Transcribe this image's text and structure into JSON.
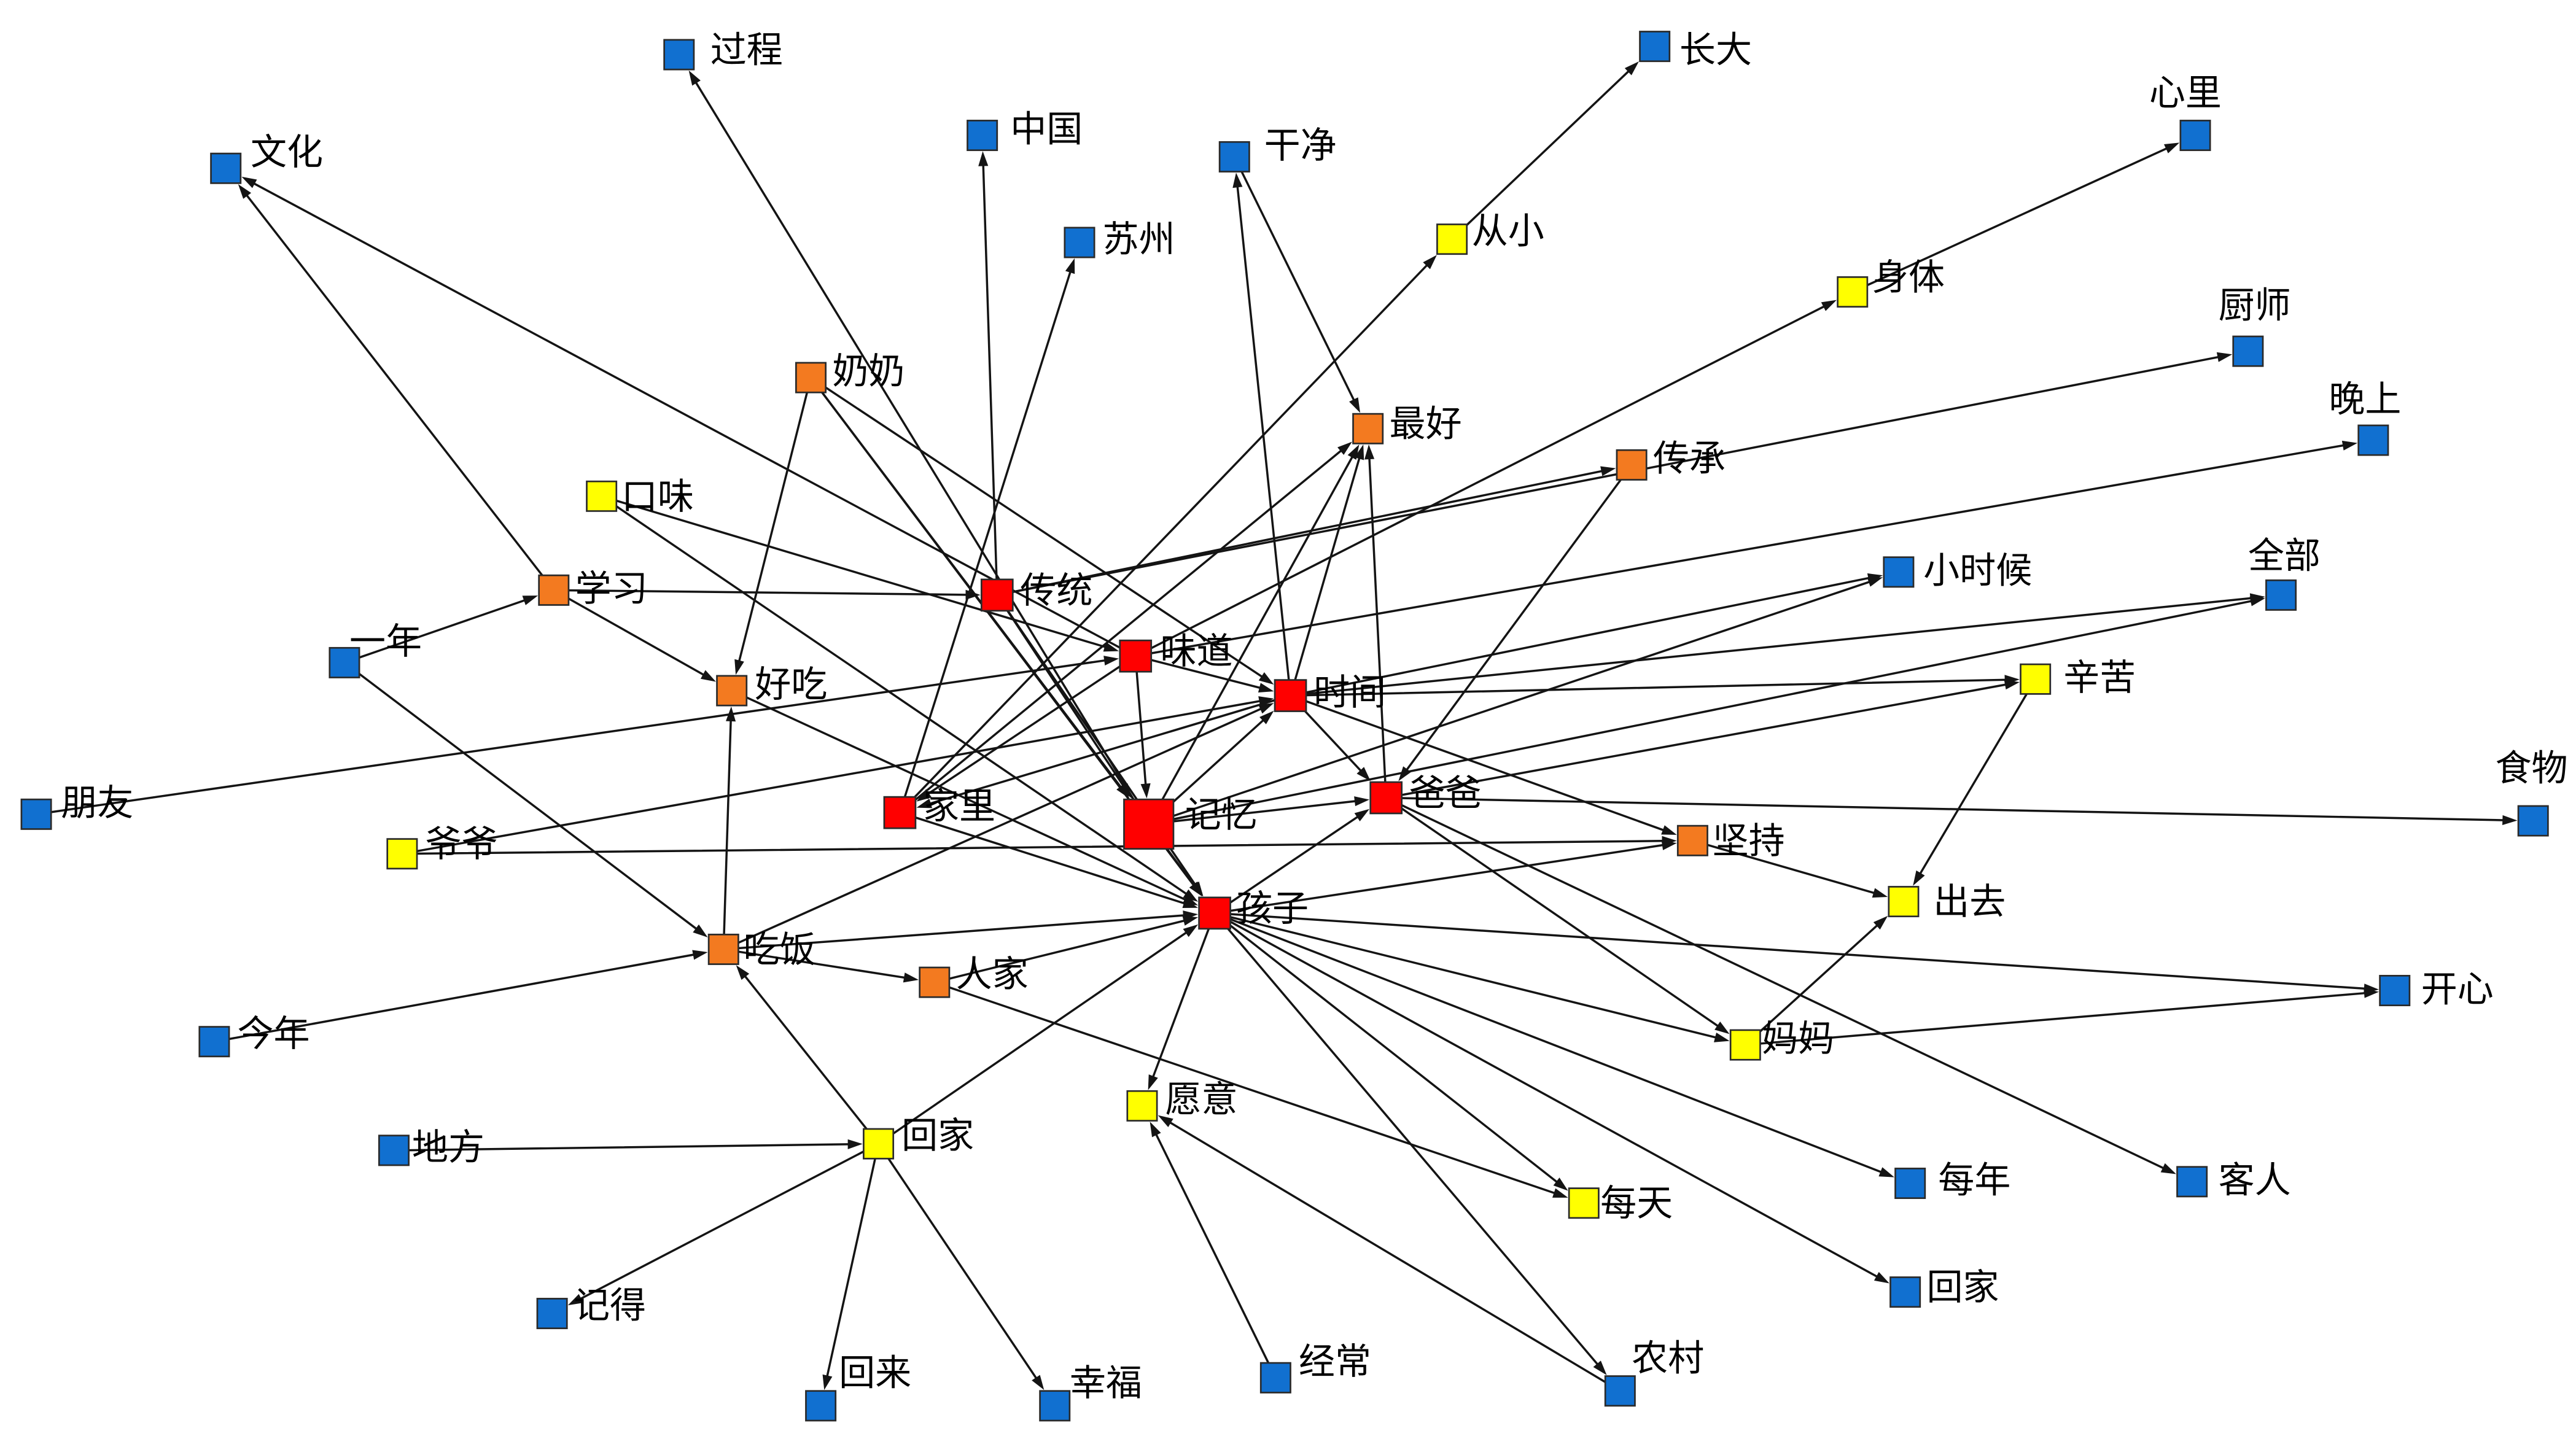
{
  "diagram": {
    "nodes": [
      {
        "label": "传统",
        "color": "#ff0000"
      },
      {
        "label": "味道",
        "color": "#ff0000"
      },
      {
        "label": "时间",
        "color": "#ff0000"
      },
      {
        "label": "家里",
        "color": "#ff0000"
      },
      {
        "label": "记忆",
        "color": "#ff0000"
      },
      {
        "label": "爸爸",
        "color": "#ff0000"
      },
      {
        "label": "孩子",
        "color": "#ff0000"
      },
      {
        "label": "奶奶",
        "color": "#f37a20"
      },
      {
        "label": "最好",
        "color": "#f37a20"
      },
      {
        "label": "传承",
        "color": "#f37a20"
      },
      {
        "label": "学习",
        "color": "#f37a20"
      },
      {
        "label": "好吃",
        "color": "#f37a20"
      },
      {
        "label": "坚持",
        "color": "#f37a20"
      },
      {
        "label": "吃饭",
        "color": "#f37a20"
      },
      {
        "label": "人家",
        "color": "#f37a20"
      },
      {
        "label": "从小",
        "color": "#ffff00"
      },
      {
        "label": "身体",
        "color": "#ffff00"
      },
      {
        "label": "口味",
        "color": "#ffff00"
      },
      {
        "label": "辛苦",
        "color": "#ffff00"
      },
      {
        "label": "爷爷",
        "color": "#ffff00"
      },
      {
        "label": "出去",
        "color": "#ffff00"
      },
      {
        "label": "妈妈",
        "color": "#ffff00"
      },
      {
        "label": "回家",
        "color": "#ffff00"
      },
      {
        "label": "愿意",
        "color": "#ffff00"
      },
      {
        "label": "每天",
        "color": "#ffff00"
      },
      {
        "label": "过程",
        "color": "#1170d0"
      },
      {
        "label": "长大",
        "color": "#1170d0"
      },
      {
        "label": "中国",
        "color": "#1170d0"
      },
      {
        "label": "干净",
        "color": "#1170d0"
      },
      {
        "label": "文化",
        "color": "#1170d0"
      },
      {
        "label": "心里",
        "color": "#1170d0"
      },
      {
        "label": "苏州",
        "color": "#1170d0"
      },
      {
        "label": "厨师",
        "color": "#1170d0"
      },
      {
        "label": "晚上",
        "color": "#1170d0"
      },
      {
        "label": "小时候",
        "color": "#1170d0"
      },
      {
        "label": "全部",
        "color": "#1170d0"
      },
      {
        "label": "一年",
        "color": "#1170d0"
      },
      {
        "label": "朋友",
        "color": "#1170d0"
      },
      {
        "label": "食物",
        "color": "#1170d0"
      },
      {
        "label": "开心",
        "color": "#1170d0"
      },
      {
        "label": "今年",
        "color": "#1170d0"
      },
      {
        "label": "地方",
        "color": "#1170d0"
      },
      {
        "label": "每年",
        "color": "#1170d0"
      },
      {
        "label": "客人",
        "color": "#1170d0"
      },
      {
        "label": "回家",
        "color": "#1170d0"
      },
      {
        "label": "记得",
        "color": "#1170d0"
      },
      {
        "label": "回来",
        "color": "#1170d0"
      },
      {
        "label": "幸福",
        "color": "#1170d0"
      },
      {
        "label": "经常",
        "color": "#1170d0"
      },
      {
        "label": "农村",
        "color": "#1170d0"
      }
    ],
    "edges": [
      [
        10,
        29
      ],
      [
        10,
        0
      ],
      [
        36,
        10
      ],
      [
        36,
        13
      ],
      [
        1,
        29
      ],
      [
        37,
        1
      ],
      [
        4,
        25
      ],
      [
        0,
        27
      ],
      [
        3,
        31
      ],
      [
        28,
        8
      ],
      [
        2,
        28
      ],
      [
        15,
        26
      ],
      [
        3,
        15
      ],
      [
        1,
        16
      ],
      [
        16,
        30
      ],
      [
        0,
        32
      ],
      [
        1,
        33
      ],
      [
        2,
        34
      ],
      [
        4,
        34
      ],
      [
        2,
        35
      ],
      [
        4,
        35
      ],
      [
        2,
        18
      ],
      [
        18,
        20
      ],
      [
        5,
        38
      ],
      [
        6,
        39
      ],
      [
        21,
        39
      ],
      [
        5,
        43
      ],
      [
        6,
        42
      ],
      [
        6,
        44
      ],
      [
        6,
        49
      ],
      [
        49,
        23
      ],
      [
        48,
        23
      ],
      [
        14,
        24
      ],
      [
        6,
        24
      ],
      [
        6,
        21
      ],
      [
        5,
        21
      ],
      [
        21,
        20
      ],
      [
        12,
        20
      ],
      [
        6,
        12
      ],
      [
        19,
        12
      ],
      [
        2,
        12
      ],
      [
        19,
        2
      ],
      [
        22,
        6
      ],
      [
        22,
        13
      ],
      [
        41,
        22
      ],
      [
        22,
        45
      ],
      [
        22,
        46
      ],
      [
        22,
        47
      ],
      [
        13,
        11
      ],
      [
        40,
        13
      ],
      [
        13,
        14
      ],
      [
        13,
        6
      ],
      [
        13,
        2
      ],
      [
        14,
        6
      ],
      [
        7,
        11
      ],
      [
        11,
        6
      ],
      [
        10,
        11
      ],
      [
        7,
        4
      ],
      [
        7,
        6
      ],
      [
        7,
        2
      ],
      [
        17,
        1
      ],
      [
        17,
        6
      ],
      [
        0,
        4
      ],
      [
        0,
        6
      ],
      [
        0,
        9
      ],
      [
        1,
        2
      ],
      [
        1,
        4
      ],
      [
        1,
        3
      ],
      [
        2,
        5
      ],
      [
        2,
        8
      ],
      [
        2,
        3
      ],
      [
        3,
        8
      ],
      [
        3,
        6
      ],
      [
        4,
        5
      ],
      [
        4,
        8
      ],
      [
        4,
        2
      ],
      [
        9,
        5
      ],
      [
        6,
        5
      ],
      [
        6,
        23
      ],
      [
        5,
        8
      ],
      [
        4,
        6
      ],
      [
        5,
        18
      ]
    ]
  }
}
